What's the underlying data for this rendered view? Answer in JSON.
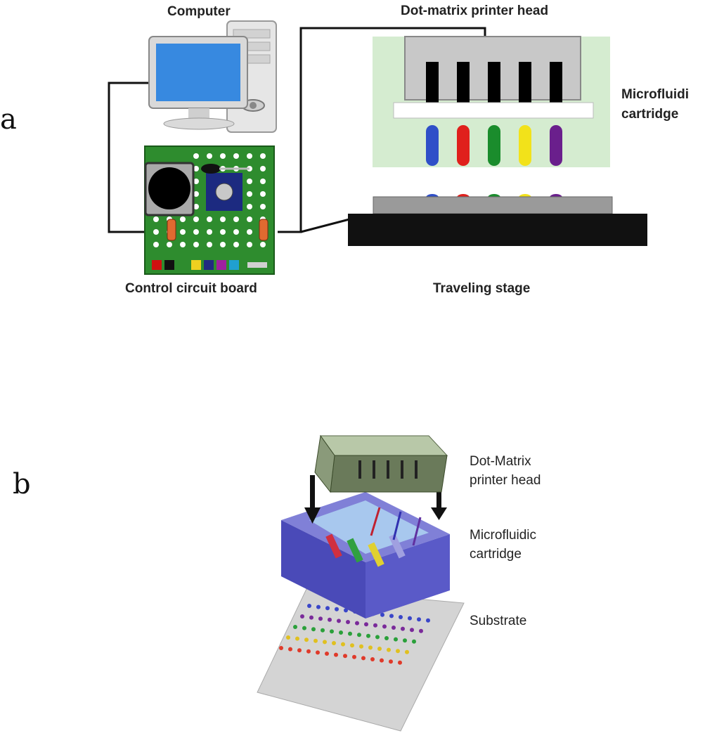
{
  "panel_a": {
    "letter": "a",
    "computer_label": "Computer",
    "printer_head_label": "Dot-matrix printer head",
    "cartridge_label_line1": "Microfluidi",
    "cartridge_label_line2": "cartridge",
    "board_label": "Control circuit board",
    "stage_label": "Traveling stage",
    "ink_colors": [
      "#2f4fc8",
      "#e0201c",
      "#1a8c2c",
      "#f2e21a",
      "#6a1f8c"
    ]
  },
  "panel_b": {
    "letter": "b",
    "head_label_line1": "Dot-Matrix",
    "head_label_line2": "printer head",
    "cartridge_label_line1": "Microfluidic",
    "cartridge_label_line2": "cartridge",
    "substrate_label": "Substrate",
    "dot_colors": [
      "#3a46c8",
      "#7a2a9a",
      "#2aa03a",
      "#e0c020",
      "#e03a2a"
    ]
  }
}
